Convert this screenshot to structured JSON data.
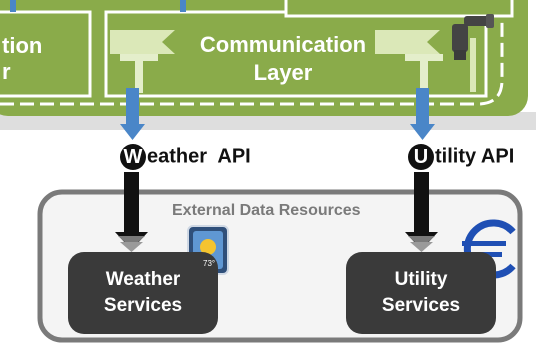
{
  "top_layer": {
    "left_label_line1": "tion",
    "left_label_line2": "r",
    "communication_line1": "Communication",
    "communication_line2": "Layer"
  },
  "apis": {
    "weather": {
      "initial": "W",
      "rest": "eather  API"
    },
    "utility": {
      "initial": "U",
      "rest": "tility API"
    }
  },
  "external": {
    "title": "External Data Resources",
    "weather_service": {
      "line1": "Weather",
      "line2": "Services"
    },
    "utility_service": {
      "line1": "Utility",
      "line2": "Services"
    }
  },
  "weather_widget": {
    "temperature": "73°"
  },
  "colors": {
    "layer_green": "#8aab4a",
    "arrow_blue": "#4a86c8",
    "service_dark": "#3a3a3a",
    "euro_blue": "#1f4fb4"
  },
  "icons": [
    "weather-widget-icon",
    "euro-icon",
    "hand-icon"
  ]
}
